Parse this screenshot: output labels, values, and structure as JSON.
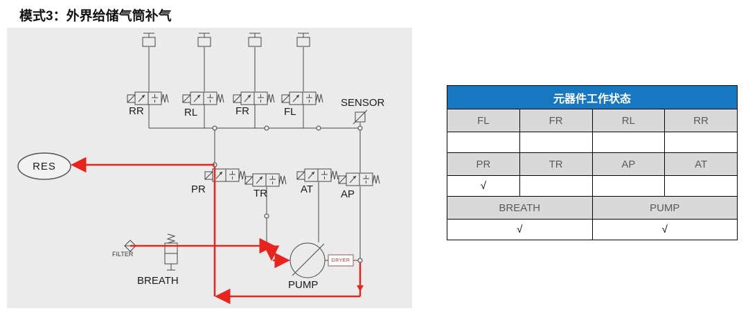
{
  "page": {
    "title": "模式3：外界给储气筒补气"
  },
  "diagram": {
    "background": "#ebebeb",
    "flow_color": "#e8251d",
    "labels": {
      "rr": "RR",
      "rl": "RL",
      "fr": "FR",
      "fl": "FL",
      "sensor": "SENSOR",
      "res": "RES",
      "pr": "PR",
      "tr": "TR",
      "at": "AT",
      "ap": "AP",
      "filter": "FILTER",
      "breath": "BREATH",
      "pump": "PUMP",
      "dryer": "DRYER"
    }
  },
  "table": {
    "title": "元器件工作状态",
    "colors": {
      "header_bg": "#1777c0",
      "header_text": "#ffffff",
      "label_bg": "#d9d9d9",
      "label_text": "#595959",
      "check_text": "#000000"
    },
    "rows4": [
      {
        "cells": [
          "FL",
          "FR",
          "RL",
          "RR"
        ]
      },
      {
        "cells": [
          "",
          "",
          "",
          ""
        ]
      },
      {
        "cells": [
          "PR",
          "TR",
          "AP",
          "AT"
        ]
      },
      {
        "cells": [
          "√",
          "",
          "",
          ""
        ]
      }
    ],
    "rows2": [
      {
        "cells": [
          "BREATH",
          "PUMP"
        ]
      },
      {
        "cells": [
          "√",
          "√"
        ]
      }
    ]
  }
}
